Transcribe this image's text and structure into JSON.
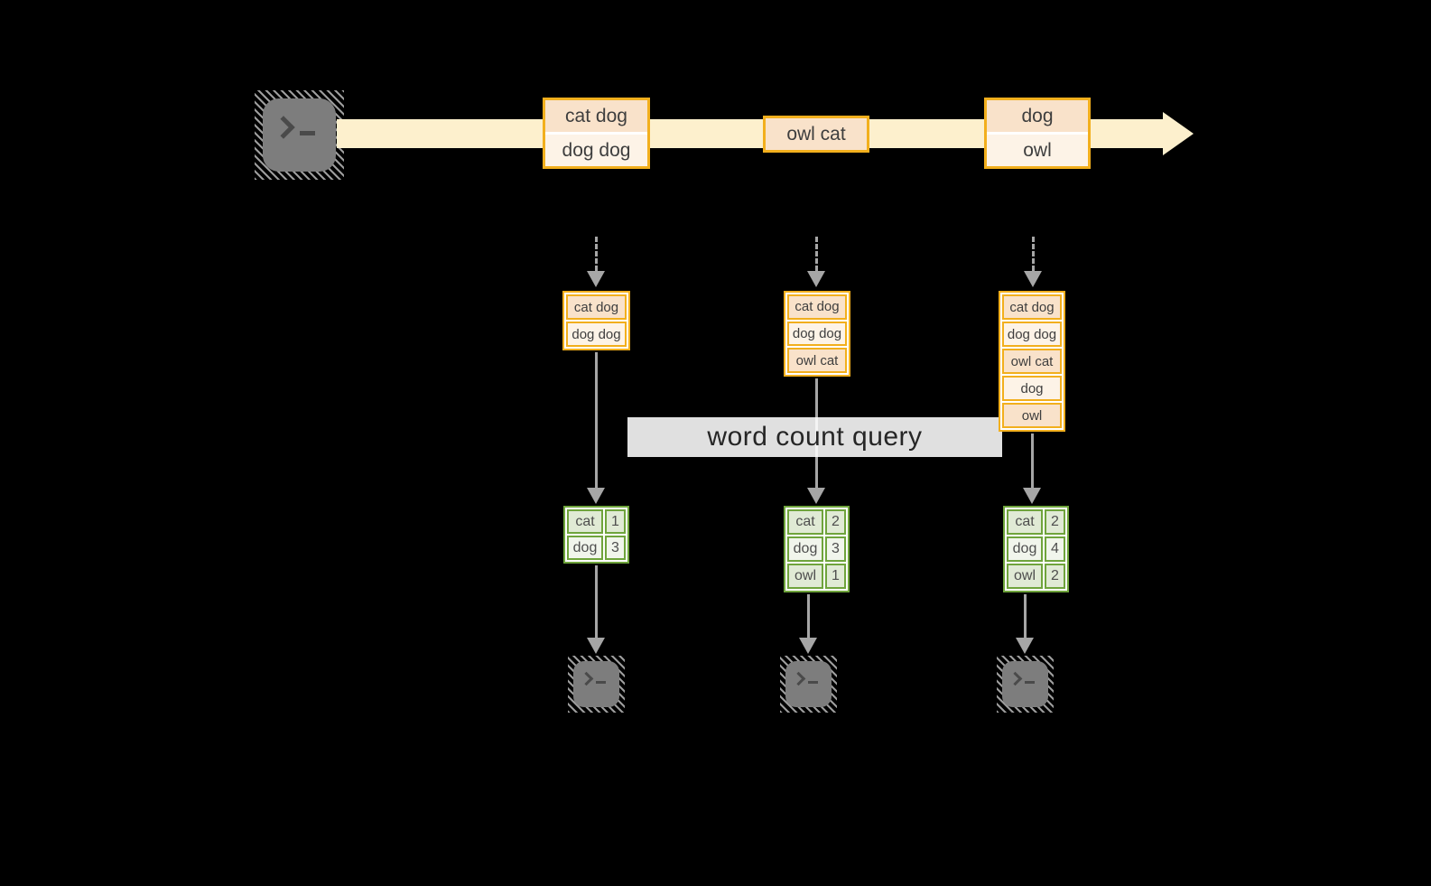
{
  "colors": {
    "background": "#000000",
    "stream_band": "#FDF0CD",
    "orange_border": "#F2AF1D",
    "record_fill_peach": "#F9E2CA",
    "record_fill_cream": "#FDF3E7",
    "green_border": "#6FA43C",
    "result_fill_sage": "#E0EAD5",
    "result_fill_mist": "#F1F5EC",
    "arrow_gray": "#A6A6A6",
    "terminal_gray": "#7D7D7D"
  },
  "icons": {
    "source": "terminal-icon",
    "sinks": [
      "terminal-icon",
      "terminal-icon",
      "terminal-icon"
    ],
    "stream_arrow": "right-arrow-icon",
    "trigger_arrows": "down-arrow-icon"
  },
  "stream": {
    "batches": [
      {
        "lines": [
          "cat dog",
          "dog dog"
        ]
      },
      {
        "lines": [
          "owl cat"
        ]
      },
      {
        "lines": [
          "dog",
          "owl"
        ]
      }
    ]
  },
  "query": {
    "label": "word count query"
  },
  "columns": [
    {
      "input": [
        "cat dog",
        "dog dog"
      ],
      "counts": [
        {
          "word": "cat",
          "count": "1"
        },
        {
          "word": "dog",
          "count": "3"
        }
      ]
    },
    {
      "input": [
        "cat dog",
        "dog dog",
        "owl cat"
      ],
      "counts": [
        {
          "word": "cat",
          "count": "2"
        },
        {
          "word": "dog",
          "count": "3"
        },
        {
          "word": "owl",
          "count": "1"
        }
      ]
    },
    {
      "input": [
        "cat dog",
        "dog dog",
        "owl cat",
        "dog",
        "owl"
      ],
      "counts": [
        {
          "word": "cat",
          "count": "2"
        },
        {
          "word": "dog",
          "count": "4"
        },
        {
          "word": "owl",
          "count": "2"
        }
      ]
    }
  ]
}
